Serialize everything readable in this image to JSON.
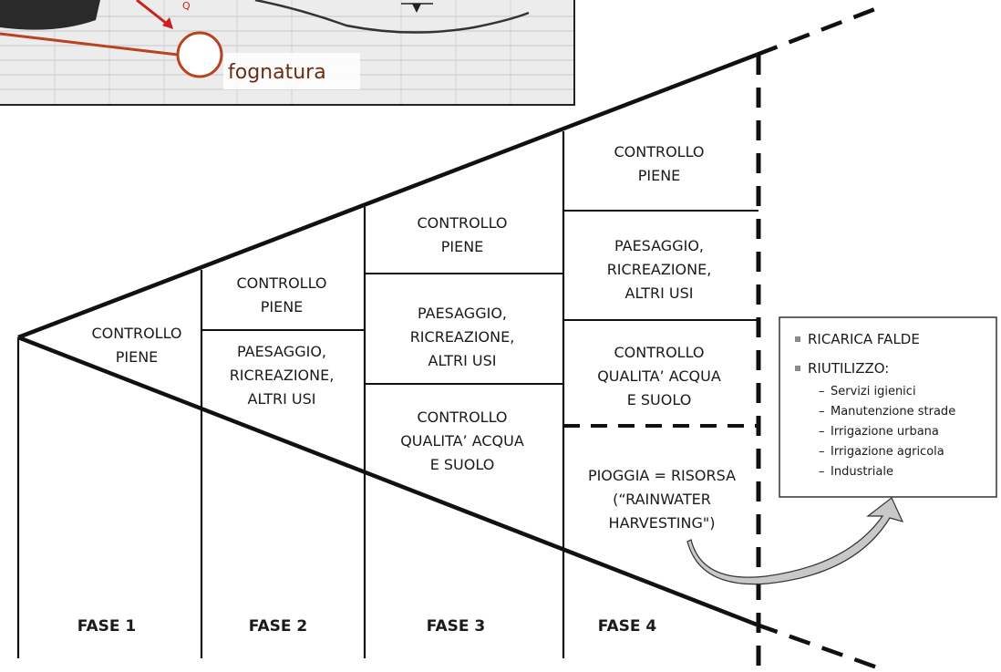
{
  "inset": {
    "label": "fognatura"
  },
  "phases": [
    {
      "name": "FASE  1",
      "cells": [
        [
          "CONTROLLO",
          "PIENE"
        ]
      ]
    },
    {
      "name": "FASE  2",
      "cells": [
        [
          "CONTROLLO",
          "PIENE"
        ],
        [
          "PAESAGGIO,",
          "RICREAZIONE,",
          "ALTRI USI"
        ]
      ]
    },
    {
      "name": "FASE  3",
      "cells": [
        [
          "CONTROLLO",
          "PIENE"
        ],
        [
          "PAESAGGIO,",
          "RICREAZIONE,",
          "ALTRI USI"
        ],
        [
          "CONTROLLO",
          "QUALITA’ ACQUA",
          "E SUOLO"
        ]
      ]
    },
    {
      "name": "FASE  4",
      "cells": [
        [
          "CONTROLLO",
          "PIENE"
        ],
        [
          "PAESAGGIO,",
          "RICREAZIONE,",
          "ALTRI USI"
        ],
        [
          "CONTROLLO",
          "QUALITA’ ACQUA",
          "E SUOLO"
        ],
        [
          "PIOGGIA = RISORSA",
          "(“RAINWATER",
          "HARVESTING\")"
        ]
      ]
    }
  ],
  "reuse_box": {
    "items": [
      "RICARICA FALDE",
      "RIUTILIZZO:"
    ],
    "subitems": [
      "Servizi igienici",
      "Manutenzione strade",
      "Irrigazione urbana",
      "Irrigazione agricola",
      "Industriale"
    ]
  },
  "colors": {
    "line": "#111111",
    "inset_pipe": "#b8431e",
    "inset_bg": "#d9d9d9",
    "arrow_fill": "#c8c8c8"
  }
}
